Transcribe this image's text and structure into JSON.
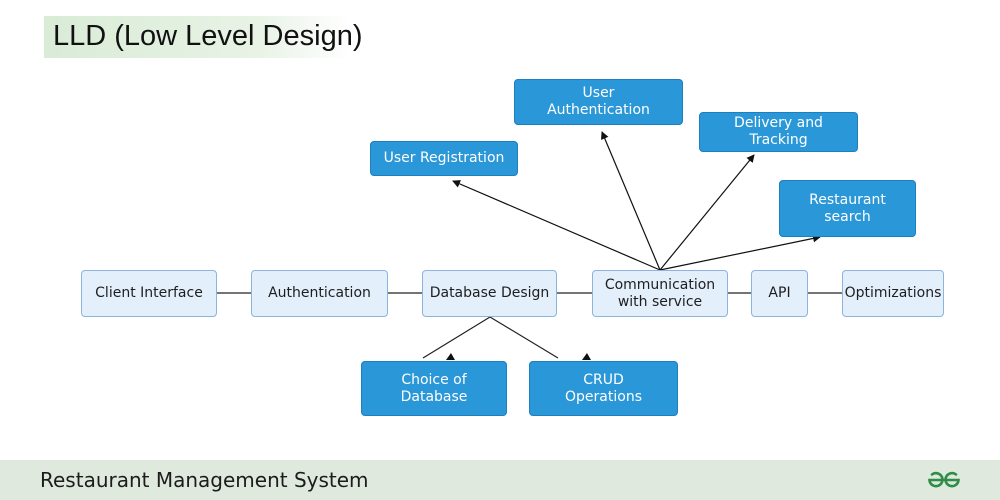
{
  "header": {
    "title": "LLD (Low Level Design)"
  },
  "diagram": {
    "pipeline": [
      "Client Interface",
      "Authentication",
      "Database Design",
      "Communication\nwith service",
      "API",
      "Optimizations"
    ],
    "database_children": [
      "Choice of\nDatabase",
      "CRUD\nOperations"
    ],
    "service_targets": [
      "User Registration",
      "User\nAuthentication",
      "Delivery and\nTracking",
      "Restaurant\nsearch"
    ]
  },
  "footer": {
    "title": "Restaurant Management System",
    "logo_icon": "geeksforgeeks-logo-icon",
    "logo_color": "#2f8d46"
  },
  "colors": {
    "light_box": "#e3effb",
    "light_border": "#8db4dc",
    "blue_box": "#2a97d9",
    "footer_band": "#dfe9dd"
  }
}
